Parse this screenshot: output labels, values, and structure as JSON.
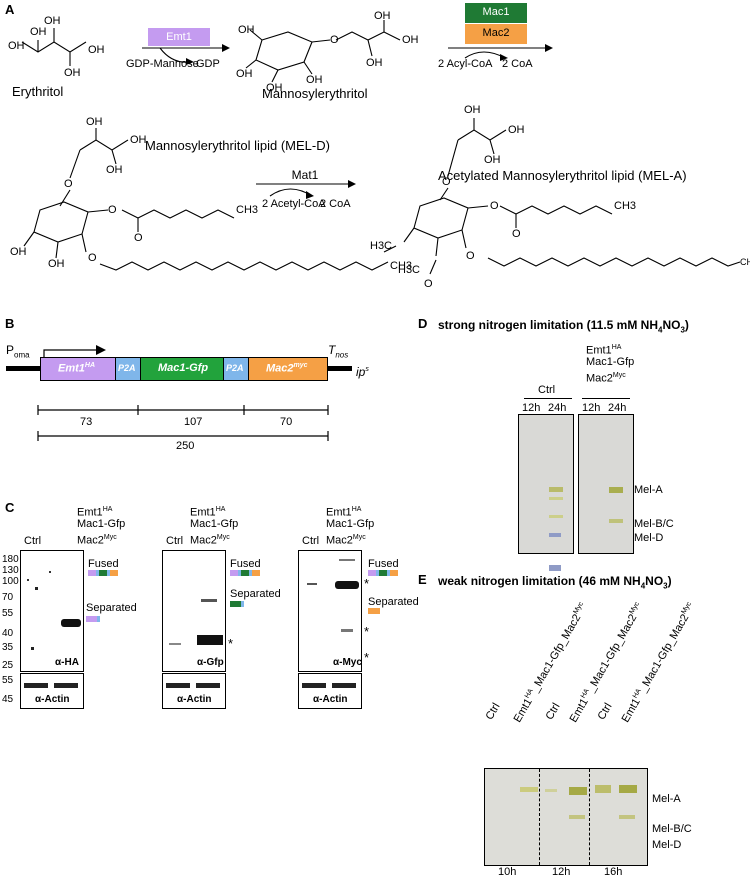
{
  "panels": {
    "a": "A",
    "b": "B",
    "c": "C",
    "d": "D",
    "e": "E"
  },
  "colors": {
    "emt1": "#c49bf0",
    "mac1": "#1f7a34",
    "mac2": "#f5a045",
    "p2a": "#7fb6ea",
    "gfp_green": "#22a33c"
  },
  "pathway": {
    "emt1": "Emt1",
    "mac1": "Mac1",
    "mac2": "Mac2",
    "mat1": "Mat1",
    "gdp_mannose": "GDP-Mannose",
    "gdp": "GDP",
    "acyl_coa": "2 Acyl-CoA",
    "coa": "2 CoA",
    "acetyl_coa": "2 Acetyl-CoA",
    "coa2": "2 CoA",
    "erythritol": "Erythritol",
    "mannosylerythritol": "Mannosylerythritol",
    "mel_d": "Mannosylerythritol lipid (MEL-D)",
    "mel_a": "Acetylated Mannosylerythritol lipid (MEL-A)",
    "oh": "OH",
    "o": "O",
    "ch3": "CH3",
    "h3c": "H3C",
    "ch3_sub": "3",
    "h3c_sub": "3"
  },
  "construct": {
    "p_oma": "P",
    "p_oma_sub": "oma",
    "t_nos": "T",
    "t_nos_sub": "nos",
    "ips": "ip",
    "ips_sup": "s",
    "emt1": "Emt1",
    "emt1_sup": "HA",
    "p2a": "P2A",
    "mac1": "Mac1-Gfp",
    "mac2": "Mac2",
    "mac2_sup": "myc",
    "len1": "73",
    "len2": "107",
    "len3": "70",
    "total": "250"
  },
  "western": {
    "ctrl": "Ctrl",
    "emt1": "Emt1",
    "ha": "HA",
    "mac1": "Mac1-Gfp",
    "mac2": "Mac2",
    "myc": "Myc",
    "fused": "Fused",
    "separated": "Separated",
    "star": "*",
    "ladder": [
      "180",
      "130",
      "100",
      "70",
      "55",
      "40",
      "35",
      "25"
    ],
    "actin_ladder": [
      "55",
      "45"
    ],
    "ab_ha": "α-HA",
    "ab_gfp": "α-Gfp",
    "ab_myc": "α-Myc",
    "ab_actin": "α-Actin"
  },
  "tlc_d": {
    "title": "strong nitrogen limitation (11.5 mM NH",
    "title_sub": "4",
    "title_mid": "NO",
    "title_sub2": "3",
    "title_end": ")",
    "ctrl": "Ctrl",
    "emt1": "Emt1",
    "ha": "HA",
    "mac1": "Mac1-Gfp",
    "mac2": "Mac2",
    "myc": "Myc",
    "t12": "12h",
    "t24": "24h",
    "mel_a": "Mel-A",
    "mel_bc": "Mel-B/C",
    "mel_d": "Mel-D"
  },
  "tlc_e": {
    "title": "weak nitrogen limitation (46 mM NH",
    "title_sub": "4",
    "title_mid": "NO",
    "title_sub2": "3",
    "title_end": ")",
    "ctrl": "Ctrl",
    "strain": "Emt1",
    "ha": "HA",
    "strain_mid": "_Mac1-Gfp_Mac2",
    "myc": "Myc",
    "t10": "10h",
    "t12": "12h",
    "t16": "16h",
    "mel_a": "Mel-A",
    "mel_bc": "Mel-B/C",
    "mel_d": "Mel-D"
  }
}
